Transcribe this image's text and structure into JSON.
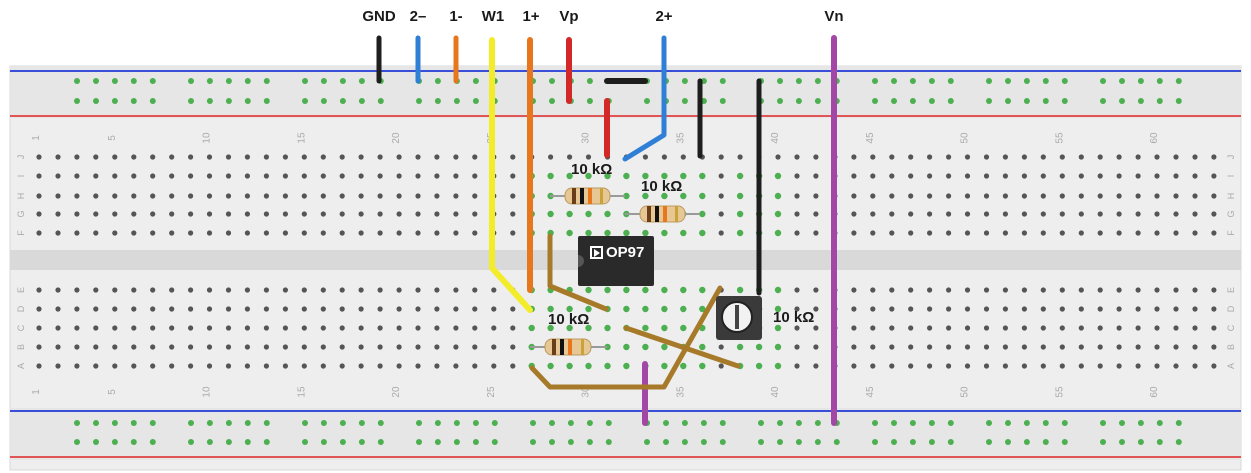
{
  "wire_labels": {
    "gnd": "GND",
    "two_minus": "2–",
    "one_minus": "1-",
    "w1": "W1",
    "one_plus": "1+",
    "vp": "Vp",
    "two_plus": "2+",
    "vn": "Vn"
  },
  "components": {
    "r_top_left": "10 kΩ",
    "r_top_right": "10 kΩ",
    "r_bottom": "10 kΩ",
    "pot": "10 kΩ",
    "chip": "OP97"
  },
  "breadboard": {
    "column_numbers": [
      "1",
      "5",
      "10",
      "15",
      "20",
      "25",
      "30",
      "35",
      "40",
      "45",
      "50",
      "55",
      "60"
    ],
    "rows_top": [
      "J",
      "I",
      "H",
      "G",
      "F"
    ],
    "rows_bottom": [
      "E",
      "D",
      "C",
      "B",
      "A"
    ]
  },
  "colors": {
    "board": "#eeeeee",
    "rail_blue": "#3a4fd8",
    "rail_red": "#e05555",
    "hole_active": "#4caf50",
    "wire_black": "#1e1e1e",
    "wire_blue": "#2f7fd6",
    "wire_orange": "#e8761d",
    "wire_yellow": "#f3ec2a",
    "wire_red": "#d22828",
    "wire_purple": "#a347a7",
    "wire_brown": "#a77a2a",
    "chip_body": "#2a2a2a"
  }
}
